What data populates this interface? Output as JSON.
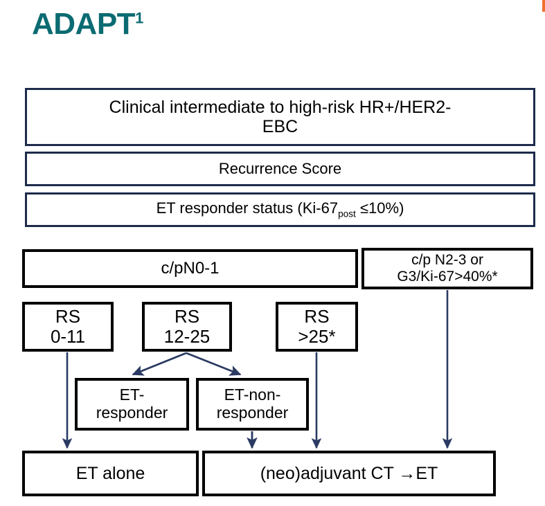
{
  "title": {
    "text": "ADAPT",
    "superscript": "1"
  },
  "colors": {
    "title_teal": "#0b6b72",
    "navy_border": "#1d2a4a",
    "black_border": "#000000",
    "arrow_navy": "#2a3a62",
    "corner_orange": "#f07030",
    "background": "#ffffff"
  },
  "flow": {
    "population_box": {
      "label": "Clinical intermediate to high-risk HR+/HER2-EBC",
      "line1": "Clinical intermediate to high-risk HR+/HER2-",
      "line2": "EBC",
      "border": "navy"
    },
    "recurrence_score_box": {
      "label": "Recurrence Score",
      "border": "navy"
    },
    "et_responder_status_box": {
      "prefix": "ET responder status (Ki-67",
      "subscript": "post",
      "suffix": " ≤10%)",
      "label": "ET responder status (Ki-67post ≤10%)",
      "border": "navy"
    },
    "nodal_boxes": [
      {
        "name": "c/pN0-1",
        "label": "c/pN0-1",
        "border": "black"
      },
      {
        "name": "c/p N2-3 or G3/Ki-67>40%*",
        "line1": "c/p N2-3 or",
        "line2": "G3/Ki-67>40%*",
        "border": "black"
      }
    ],
    "rs_boxes": [
      {
        "line1": "RS",
        "line2": "0-11",
        "label": "RS 0-11"
      },
      {
        "line1": "RS",
        "line2": "12-25",
        "label": "RS 12-25"
      },
      {
        "line1": "RS",
        "line2": ">25*",
        "label": "RS >25*"
      }
    ],
    "responder_boxes": [
      {
        "line1": "ET-",
        "line2": "responder",
        "label": "ET-responder"
      },
      {
        "line1": "ET-non-",
        "line2": "responder",
        "label": "ET-non-responder"
      }
    ],
    "treatment_boxes": [
      {
        "label": "ET alone"
      },
      {
        "label": "(neo)adjuvant CT →ET"
      }
    ]
  }
}
